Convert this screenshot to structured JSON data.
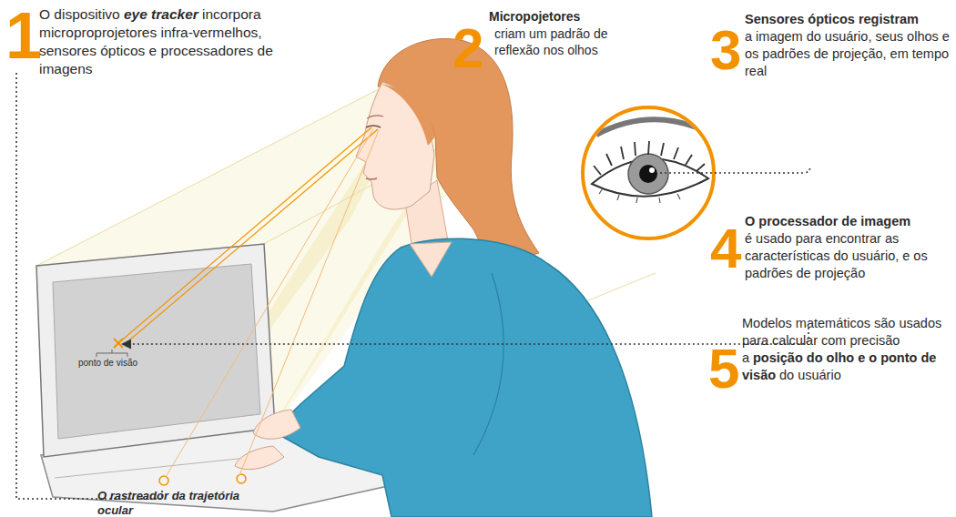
{
  "diagram": {
    "labels": [
      "1",
      "O dispositivo",
      "eye tracker",
      "incorpora microproprojetores infra-vermelhos, sensores ópticos e processadores de imagens",
      "2",
      "Micropojetores",
      "criam um padrão de reflexão nos olhos",
      "3",
      "Sensores ópticos registram",
      "a imagem do usuário, seus olhos e os padrões de projeção, em tempo real",
      "4",
      "O processador de imagem",
      "é usado para encontrar as características do usuário, e os padrões de projeção",
      "5",
      "Modelos matemáticos são usados para calcular com precisão a",
      "posição do olho e o ponto de visão",
      "do usuário",
      "ponto de visão",
      "O rastreador da trajetória ocular"
    ]
  }
}
